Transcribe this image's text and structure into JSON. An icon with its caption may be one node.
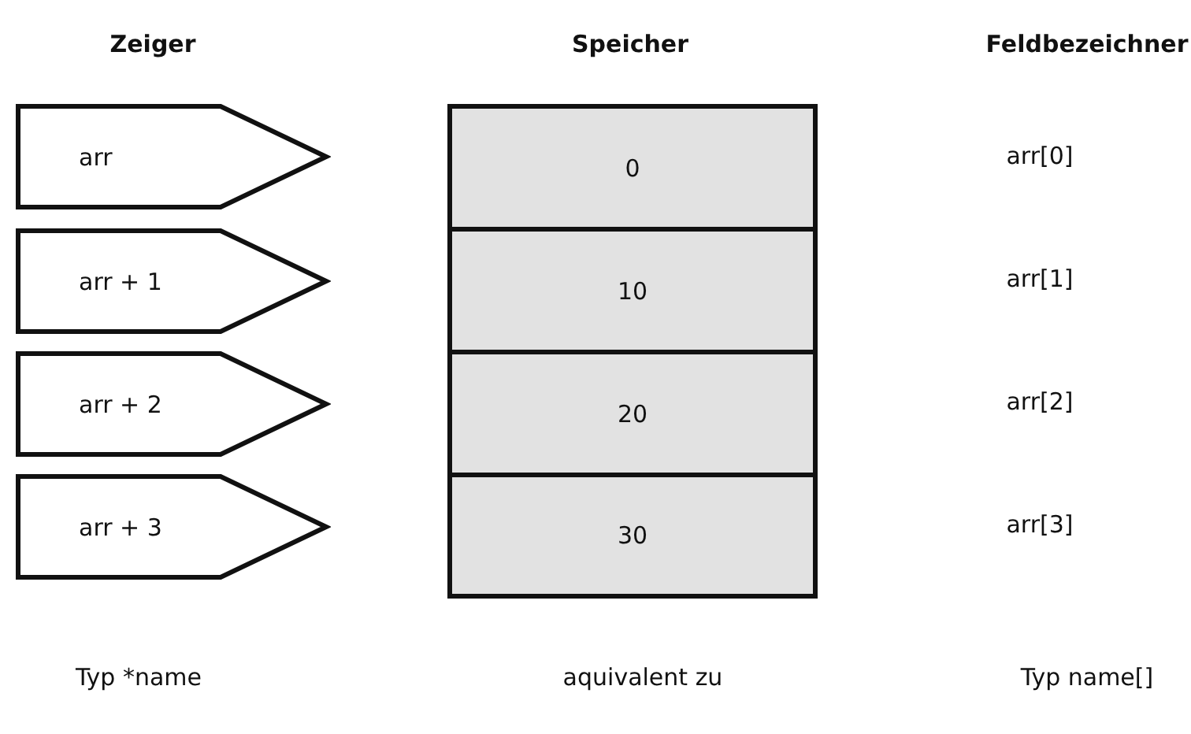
{
  "diagram": {
    "nodes": [
      {
        "text": [
          "arr"
        ]
      },
      {
        "text": [
          "arr + 1"
        ]
      },
      {
        "text": [
          "arr + 2"
        ]
      },
      {
        "text": [
          "arr + 3"
        ]
      },
      {
        "text": [
          "0"
        ]
      },
      {
        "text": [
          "10"
        ]
      },
      {
        "text": [
          "20"
        ]
      },
      {
        "text": [
          "30"
        ]
      }
    ],
    "labels": [
      "Zeiger",
      "Speicher",
      "Feldbezeichner",
      "arr[0]",
      "arr[1]",
      "arr[2]",
      "arr[3]",
      "Typ *name",
      "aquivalent zu",
      "Typ name[]"
    ]
  }
}
